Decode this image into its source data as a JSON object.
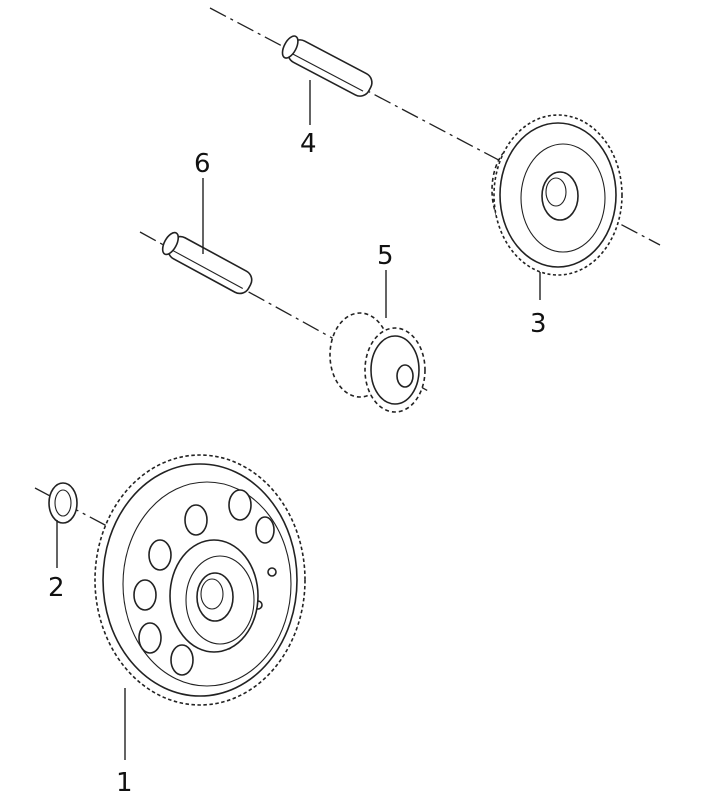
{
  "parts": [
    {
      "id": "part-1",
      "label": "1"
    },
    {
      "id": "part-2",
      "label": "2"
    },
    {
      "id": "part-3",
      "label": "3"
    },
    {
      "id": "part-4",
      "label": "4"
    },
    {
      "id": "part-5",
      "label": "5"
    },
    {
      "id": "part-6",
      "label": "6"
    }
  ],
  "colors": {
    "ink": "#222222",
    "background": "#ffffff"
  }
}
